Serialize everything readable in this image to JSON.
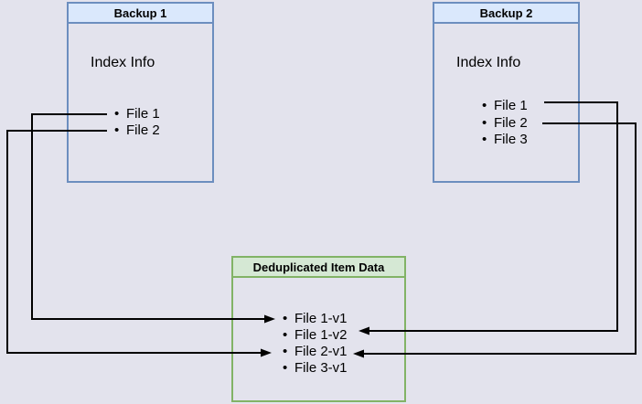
{
  "colors": {
    "background": "#e3e3ed",
    "blue_border": "#6c8ebf",
    "blue_header_fill": "#dae8fc",
    "green_border": "#82b366",
    "green_header_fill": "#d5e8d4",
    "connector": "#000000",
    "text": "#000000"
  },
  "backup1": {
    "title": "Backup 1",
    "section_label": "Index Info",
    "items": [
      "File 1",
      "File 2"
    ]
  },
  "backup2": {
    "title": "Backup 2",
    "section_label": "Index Info",
    "items": [
      "File 1",
      "File 2",
      "File 3"
    ]
  },
  "dedup": {
    "title": "Deduplicated Item Data",
    "items": [
      "File 1-v1",
      "File 1-v2",
      "File 2-v1",
      "File 3-v1"
    ]
  },
  "connections": [
    {
      "from": "Backup 1 / File 1",
      "to": "File 1-v1"
    },
    {
      "from": "Backup 1 / File 2",
      "to": "File 2-v1"
    },
    {
      "from": "Backup 2 / File 1",
      "to": "File 1-v2"
    },
    {
      "from": "Backup 2 / File 2",
      "to": "File 2-v1"
    }
  ]
}
